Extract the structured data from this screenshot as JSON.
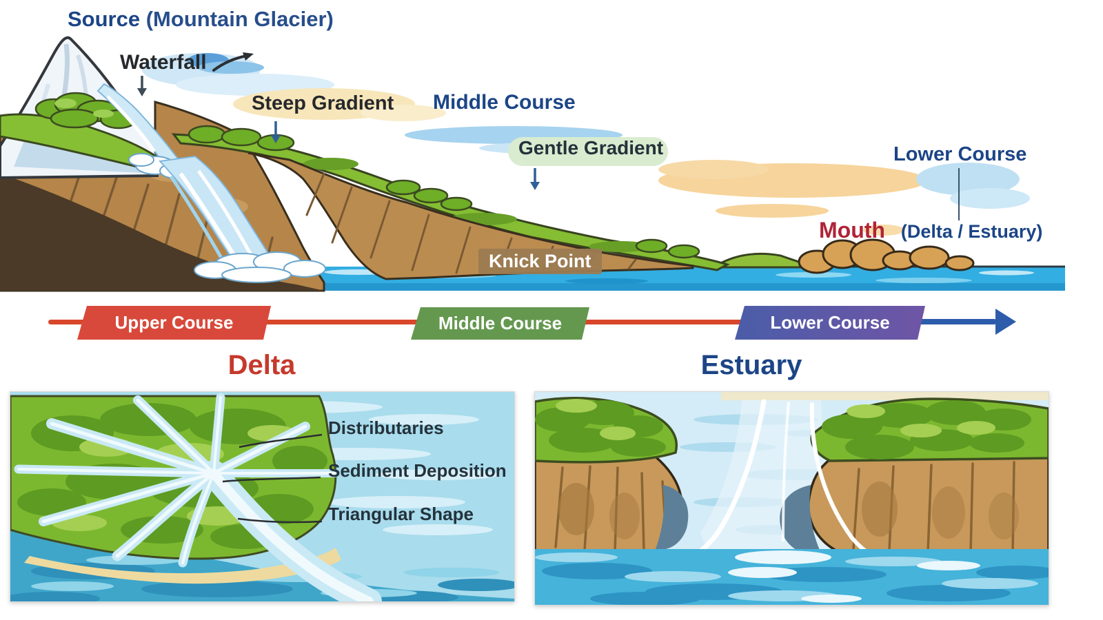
{
  "colors": {
    "navy_text": "#1c4586",
    "dark_text": "#26282b",
    "crimson_text": "#b02437",
    "upper_course_badge": "#d8493b",
    "middle_course_badge": "#64984f",
    "lower_course_badge": "#5b54a4",
    "course_line_red": "#d9472b",
    "course_line_blue": "#2d5cab",
    "delta_title_red": "#c6392c",
    "knick_point_bg": "#9b7b52",
    "water_blue": "#32aee2"
  },
  "main_diagram": {
    "source": {
      "label": "Source",
      "sub": "(Mountain Glacier)"
    },
    "waterfall_label": "Waterfall",
    "steep_gradient_label": "Steep Gradient",
    "middle_course_label": "Middle Course",
    "gentle_gradient_label": "Gentle Gradient",
    "lower_course_label": "Lower Course",
    "mouth": {
      "label": "Mouth",
      "sub": "(Delta / Estuary)"
    },
    "knick_point_label": "Knick Point"
  },
  "course_bar": {
    "segments": [
      {
        "label": "Upper Course"
      },
      {
        "label": "Middle Course"
      },
      {
        "label": "Lower Course"
      }
    ]
  },
  "panels": {
    "delta": {
      "title": "Delta",
      "labels": [
        "Distributaries",
        "Sediment Deposition",
        "Triangular Shape"
      ]
    },
    "estuary": {
      "title": "Estuary"
    }
  }
}
